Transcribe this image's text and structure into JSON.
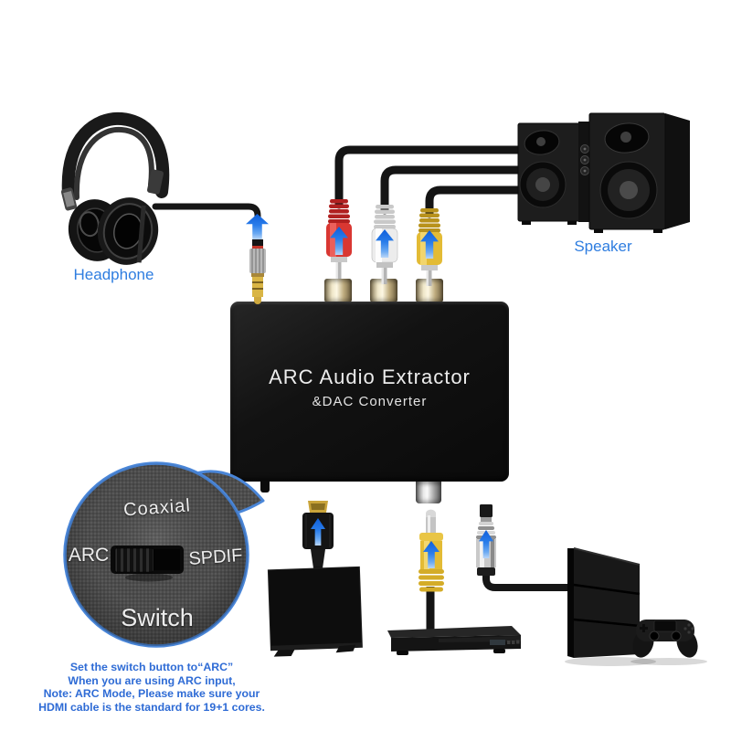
{
  "device": {
    "title": "ARC Audio Extractor",
    "subtitle": "&DAC Converter"
  },
  "labels": {
    "headphone": "Headphone",
    "speaker": "Speaker"
  },
  "inset": {
    "coaxial": "Coaxial",
    "arc": "ARC",
    "spdif": "SPDIF",
    "switch": "Switch"
  },
  "note": {
    "line1": "Set the switch button to“ARC”",
    "line2": "When you are using ARC input,",
    "line3": "Note: ARC Mode, Please make sure your",
    "line4": "HDMI cable is the standard for 19+1 cores."
  },
  "icons": {
    "headphones": "headphones-illustration",
    "speakers": "speakers-illustration",
    "tv": "tv-illustration",
    "dvd_player": "dvd-player-illustration",
    "game_console": "ps4-console-illustration",
    "gamepad": "gamepad-illustration",
    "up_arrow": "up-arrow-icon",
    "plug_red": "rca-plug-red",
    "plug_white": "rca-plug-white",
    "plug_yellow_top": "rca-plug-yellow",
    "plug_35mm": "headphone-jack-plug",
    "plug_hdmi": "hdmi-plug",
    "plug_yellow_bottom": "coaxial-rca-plug",
    "plug_optical": "optical-toslink-plug",
    "switch_inset": "switch-zoom-bubble"
  },
  "colors": {
    "label_blue": "#2e7de0",
    "note_blue": "#2e6bd5",
    "arrow_blue": "#2a7dea",
    "inset_border_blue": "#4a86d8",
    "rca_red": "#d93732",
    "rca_white": "#f2f2f2",
    "rca_yellow": "#e3bb35",
    "device_black": "#121212",
    "background": "#ffffff"
  }
}
